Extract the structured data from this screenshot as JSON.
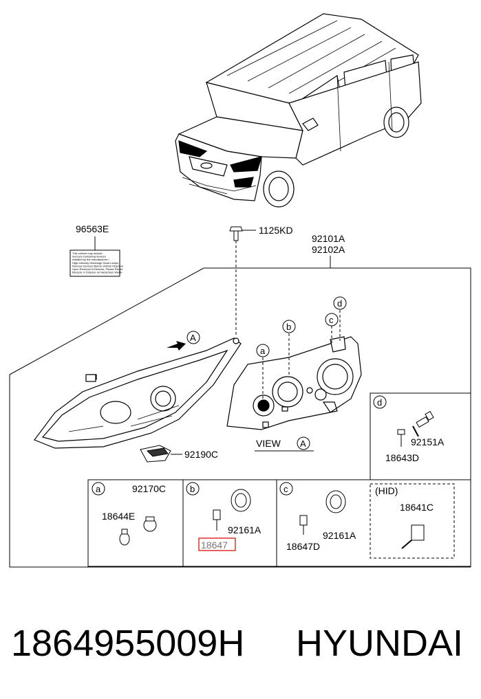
{
  "labels": {
    "label_96563E": "96563E",
    "label_1125KD": "1125KD",
    "label_92101A": "92101A",
    "label_92102A": "92102A",
    "label_92190C": "92190C",
    "label_92151A": "92151A",
    "label_18643D": "18643D",
    "label_92170C": "92170C",
    "label_18644E": "18644E",
    "label_92161A_b": "92161A",
    "label_18647": "18647",
    "label_92161A_c": "92161A",
    "label_18647D": "18647D",
    "label_hid": "(HID)",
    "label_18641C": "18641C",
    "view_text": "VIEW",
    "view_letter": "A",
    "arrow_letter": "A"
  },
  "callouts": {
    "a": "a",
    "b": "b",
    "c": "c",
    "d": "d"
  },
  "sticker_lines": [
    "This vehicle may include",
    "mercury-containing devices",
    "installed by the manufacturer i",
    "High Intensity Discharge Head Lamps",
    "Remove Devices Before Vehicle Disposal",
    "Upon Removal of Devices, Please Reuse",
    "Recycle or Dispose as Hazardous Waste"
  ],
  "footer": {
    "part_number": "1864955009H",
    "brand": "HYUNDAI"
  },
  "colors": {
    "highlight": "#e0302a",
    "line": "#000000"
  }
}
